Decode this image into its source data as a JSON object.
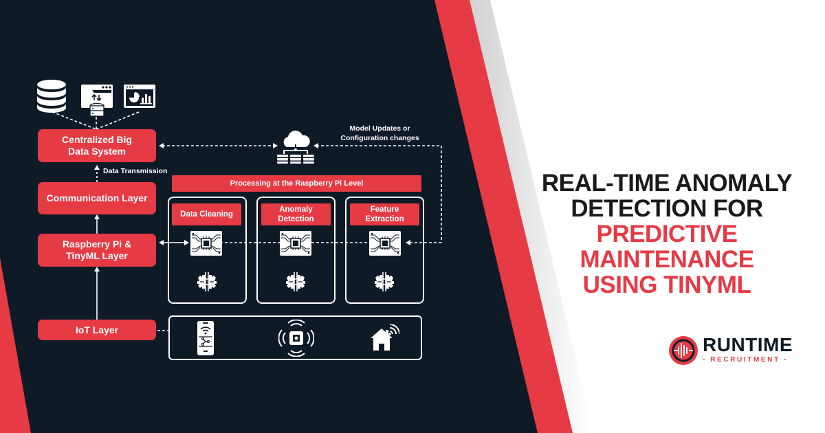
{
  "colors": {
    "dark_panel": "#0f1a27",
    "accent_red": "#e63a45",
    "white": "#ffffff",
    "title_dark": "#1a1a1a"
  },
  "diagram": {
    "top_icons": [
      "database-icon",
      "data-folder-transfer-icon",
      "analytics-dashboard-icon"
    ],
    "layers": {
      "big_data": "Centralized Big Data System",
      "big_data_line1": "Centralized Big",
      "big_data_line2": "Data System",
      "communication": "Communication Layer",
      "raspberry_line1": "Raspberry Pi &",
      "raspberry_line2": "TinyML Layer",
      "iot": "IoT Layer"
    },
    "labels": {
      "data_transmission": "Data Transmission",
      "model_updates_line1": "Model Updates or",
      "model_updates_line2": "Configuration changes"
    },
    "cloud_icon": "cloud-server-icon",
    "processing": {
      "header": "Processing at the Raspberry Pi Level",
      "stages": [
        {
          "line1": "Data Cleaning",
          "line2": "",
          "chip_icon": "circuit-board-icon",
          "gear_icon": "ai-gear-icon"
        },
        {
          "line1": "Anomaly",
          "line2": "Detection",
          "chip_icon": "circuit-board-icon",
          "gear_icon": "ai-gear-icon"
        },
        {
          "line1": "Feature",
          "line2": "Extraction",
          "chip_icon": "circuit-board-icon",
          "gear_icon": "ai-gear-icon"
        }
      ]
    },
    "iot_devices": [
      "smartphone-circuit-icon",
      "wireless-sensor-icon",
      "smart-home-icon"
    ]
  },
  "headline": {
    "line1": "REAL-TIME ANOMALY",
    "line2": "DETECTION FOR",
    "line3": "PREDICTIVE",
    "line4": "MAINTENANCE",
    "line5": "USING TINYML"
  },
  "logo": {
    "name": "RUNTIME",
    "sub": "- RECRUITMENT -"
  }
}
